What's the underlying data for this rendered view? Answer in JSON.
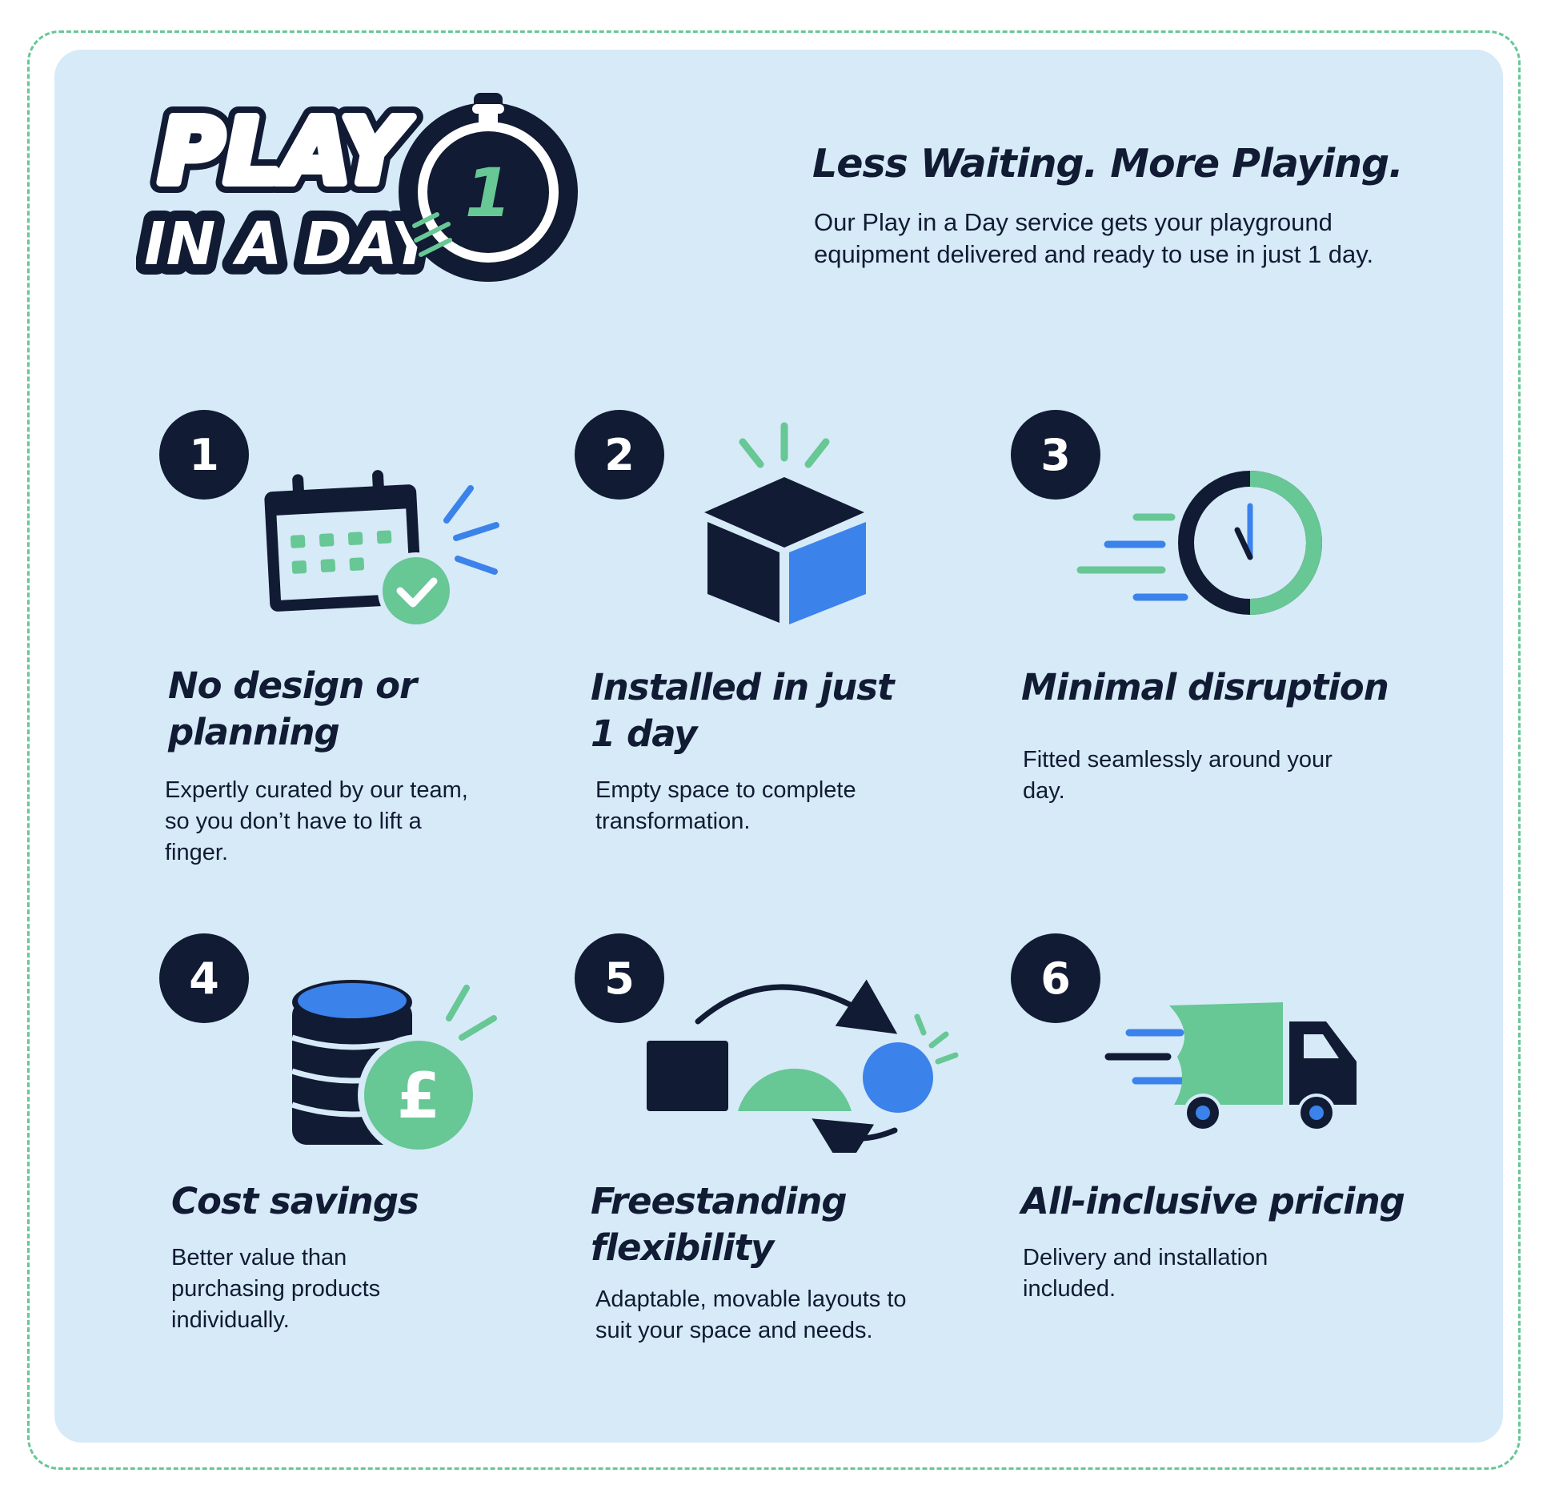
{
  "brand": {
    "logo_line1": "PLAY",
    "logo_line2": "IN A DAY",
    "logo_badge": "1"
  },
  "intro": {
    "title": "Less Waiting. More Playing.",
    "text": "Our Play in a Day service gets your playground equipment delivered and ready to use in just 1 day."
  },
  "features": [
    {
      "number": "1",
      "title": "No design or planning",
      "description": "Expertly curated by our team, so you don’t have to lift a finger.",
      "icon": "calendar-check-icon"
    },
    {
      "number": "2",
      "title": "Installed in just 1 day",
      "description": "Empty space to complete transformation.",
      "icon": "box-icon"
    },
    {
      "number": "3",
      "title": "Minimal disruption",
      "description": "Fitted seamlessly around your day.",
      "icon": "clock-icon"
    },
    {
      "number": "4",
      "title": "Cost savings",
      "description": "Better value than purchasing products individually.",
      "icon": "coins-pound-icon"
    },
    {
      "number": "5",
      "title": "Freestanding flexibility",
      "description": "Adaptable, movable layouts to suit your space and needs.",
      "icon": "shapes-layout-icon"
    },
    {
      "number": "6",
      "title": "All-inclusive pricing",
      "description": "Delivery and installation included.",
      "icon": "delivery-truck-icon"
    }
  ],
  "colors": {
    "navy": "#111b33",
    "green": "#67c795",
    "blue": "#3b82ea",
    "panel": "#d6eaf8"
  }
}
